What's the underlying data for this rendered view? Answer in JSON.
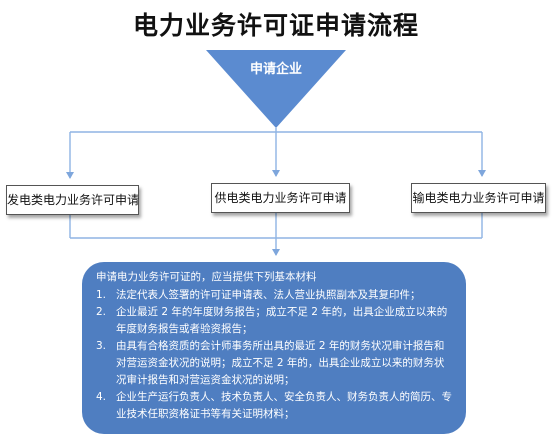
{
  "title": "电力业务许可证申请流程",
  "start": {
    "label": "申请企业"
  },
  "branches": [
    {
      "label": "发电类电力业务许可申请"
    },
    {
      "label": "供电类电力业务许可申请"
    },
    {
      "label": "输电类电力业务许可申请"
    }
  ],
  "materials": {
    "title": "申请电力业务许可证的，应当提供下列基本材料",
    "items": [
      {
        "num": "1.",
        "text": "法定代表人签署的许可证申请表、法人营业执照副本及其复印件；"
      },
      {
        "num": "2.",
        "text": "企业最近 2 年的年度财务报告；成立不足 2 年的，出具企业成立以来的年度财务报告或者验资报告；"
      },
      {
        "num": "3.",
        "text": "由具有合格资质的会计师事务所出具的最近 2 年的财务状况审计报告和对营运资金状况的说明；成立不足 2 年的，出具企业成立以来的财务状况审计报告和对营运资金状况的说明；"
      },
      {
        "num": "4.",
        "text": "企业生产运行负责人、技术负责人、安全负责人、财务负责人的简历、专业技术任职资格证书等有关证明材料；"
      }
    ]
  },
  "colors": {
    "triangle": "#5b8bd0",
    "connector": "#8fb4e3",
    "materials_bg": "#4f7ec1"
  }
}
